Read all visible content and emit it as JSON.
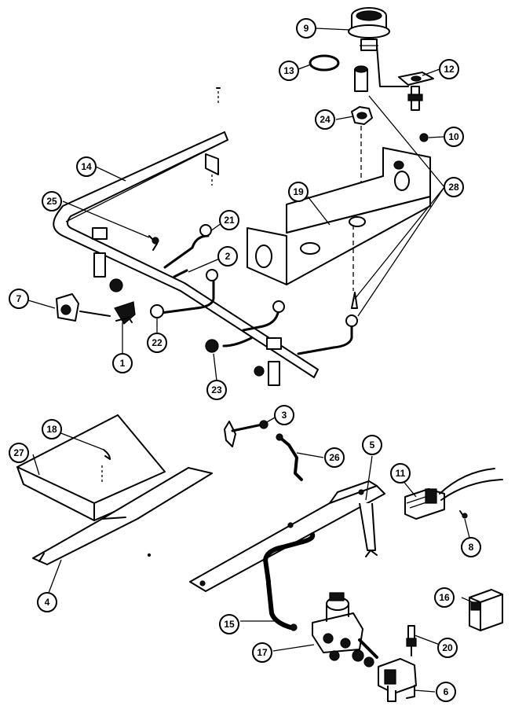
{
  "callouts": [
    "9",
    "13",
    "12",
    "24",
    "10",
    "14",
    "28",
    "25",
    "21",
    "19",
    "2",
    "7",
    "22",
    "1",
    "23",
    "3",
    "18",
    "27",
    "26",
    "5",
    "11",
    "8",
    "4",
    "16",
    "15",
    "20",
    "17",
    "6"
  ]
}
